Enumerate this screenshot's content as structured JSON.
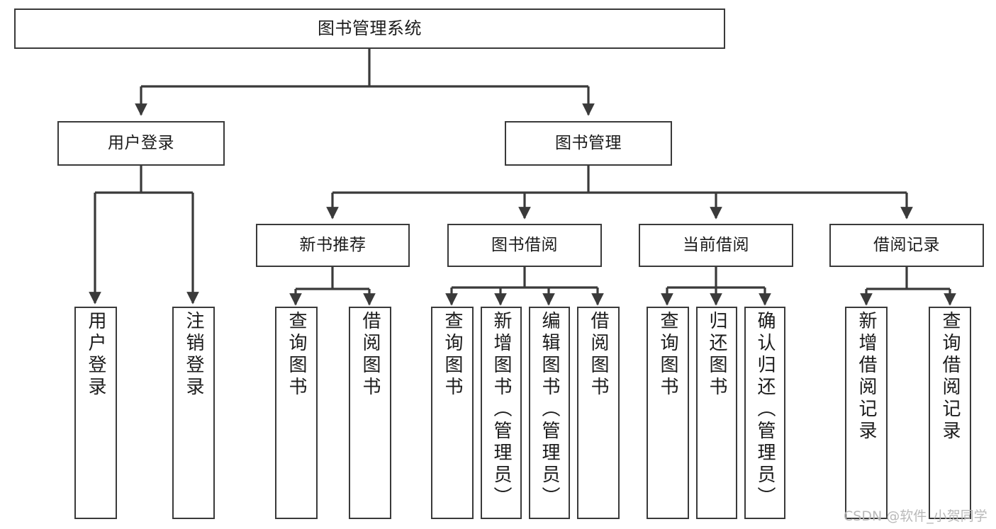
{
  "diagram": {
    "title": "图书管理系统",
    "type": "tree-hierarchy-chart",
    "root": {
      "id": "root",
      "label": "图书管理系统"
    },
    "level2": [
      {
        "id": "user-login",
        "label": "用户登录"
      },
      {
        "id": "book-manage",
        "label": "图书管理"
      }
    ],
    "level3": [
      {
        "id": "new-book-recommend",
        "label": "新书推荐",
        "parent": "book-manage"
      },
      {
        "id": "book-borrow",
        "label": "图书借阅",
        "parent": "book-manage"
      },
      {
        "id": "current-borrow",
        "label": "当前借阅",
        "parent": "book-manage"
      },
      {
        "id": "borrow-record",
        "label": "借阅记录",
        "parent": "book-manage"
      }
    ],
    "leaves": [
      {
        "id": "leaf-user-login",
        "label": "用户登录",
        "parent": "user-login"
      },
      {
        "id": "leaf-logout-login",
        "label": "注销登录",
        "parent": "user-login"
      },
      {
        "id": "leaf-query-book-1",
        "label": "查询图书",
        "parent": "new-book-recommend"
      },
      {
        "id": "leaf-borrow-book-1",
        "label": "借阅图书",
        "parent": "new-book-recommend"
      },
      {
        "id": "leaf-query-book-2",
        "label": "查询图书",
        "parent": "book-borrow"
      },
      {
        "id": "leaf-add-book",
        "label": "新增图书（管理员）",
        "parent": "book-borrow"
      },
      {
        "id": "leaf-edit-book",
        "label": "编辑图书（管理员）",
        "parent": "book-borrow"
      },
      {
        "id": "leaf-borrow-book-2",
        "label": "借阅图书",
        "parent": "book-borrow"
      },
      {
        "id": "leaf-query-book-3",
        "label": "查询图书",
        "parent": "current-borrow"
      },
      {
        "id": "leaf-return-book",
        "label": "归还图书",
        "parent": "current-borrow"
      },
      {
        "id": "leaf-confirm-return",
        "label": "确认归还（管理员）",
        "parent": "current-borrow"
      },
      {
        "id": "leaf-add-record",
        "label": "新增借阅记录",
        "parent": "borrow-record"
      },
      {
        "id": "leaf-query-record",
        "label": "查询借阅记录",
        "parent": "borrow-record"
      }
    ],
    "colors": {
      "box_border": "#3a3a3a",
      "box_fill": "#ffffff",
      "connector": "#3a3a3a",
      "text": "#1b1b1b",
      "background": "#ffffff",
      "watermark": "#b9b9b9"
    }
  },
  "watermark": {
    "text": "CSDN @软件_小贺同学"
  }
}
